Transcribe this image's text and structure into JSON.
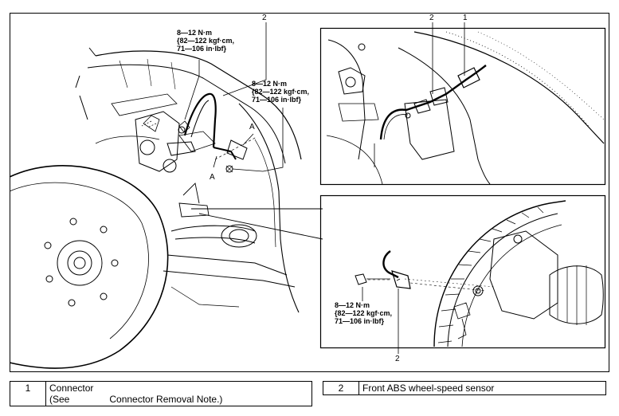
{
  "torque_upper": {
    "line1": "8—12 N·m",
    "line2": "{82—122 kgf·cm,",
    "line3": "71—106 in·lbf}"
  },
  "torque_middle": {
    "line1": "8—12 N·m",
    "line2": "{82—122 kgf·cm,",
    "line3": "71—106 in·lbf}"
  },
  "torque_lower": {
    "line1": "8—12 N·m",
    "line2": "{82—122 kgf·cm,",
    "line3": "71—106 in·lbf}"
  },
  "callouts": {
    "main_top": "2",
    "inset_top_2": "2",
    "inset_top_1": "1",
    "inset_bottom_2": "2",
    "view_a_1": "A",
    "view_a_2": "A"
  },
  "legend": {
    "item1": {
      "number": "1",
      "name": "Connector",
      "note_prefix": "(See",
      "note_ref": "Connector Removal Note.)"
    },
    "item2": {
      "number": "2",
      "name": "Front ABS wheel-speed sensor"
    }
  }
}
